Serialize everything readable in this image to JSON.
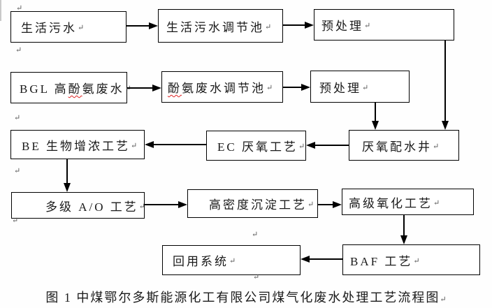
{
  "return_mark": "↵",
  "colors": {
    "line": "#000000",
    "spellcheck_squiggle": "#dd2222"
  },
  "nodes": {
    "domestic_sewage": {
      "label": "生活污水"
    },
    "domestic_sewage_eq_tank": {
      "label": "生活污水调节池"
    },
    "pretreatment_domestic": {
      "label": "预处理"
    },
    "bgl_wastewater": {
      "label_pre": "BGL 高",
      "label_flagged": "酚",
      "label_post": "氨废水"
    },
    "phenol_ammonia_eq_tank": {
      "label_flagged": "酚",
      "label_post": "氨废水调节池"
    },
    "pretreatment_phenol": {
      "label": "预处理"
    },
    "be_bio_concentration": {
      "label": "BE 生物增浓工艺"
    },
    "ec_anaerobic": {
      "label": "EC 厌氧工艺"
    },
    "anaerobic_distribution_well": {
      "label": "厌氧配水井"
    },
    "multistage_ao": {
      "label": "多级 A/O 工艺"
    },
    "high_density_sedimentation": {
      "label": "高密度沉淀工艺"
    },
    "advanced_oxidation": {
      "label": "高级氧化工艺"
    },
    "reuse_system": {
      "label": "回用系统"
    },
    "baf_process": {
      "label": "BAF 工艺"
    }
  },
  "caption": "图 1 中煤鄂尔多斯能源化工有限公司煤气化废水处理工艺流程图"
}
